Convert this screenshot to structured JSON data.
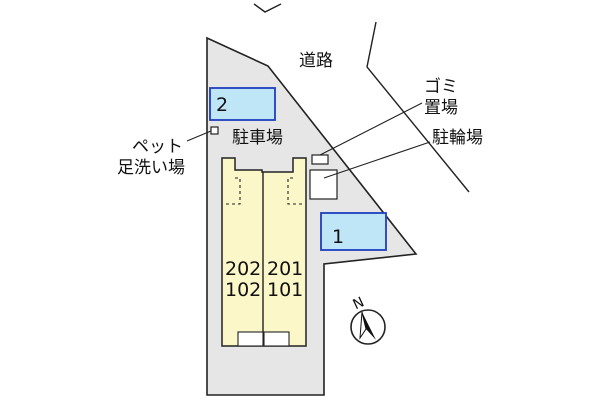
{
  "labels": {
    "road": "道路",
    "garbage_line1": "ゴミ",
    "garbage_line2": "置場",
    "bicycle": "駐輪場",
    "parking": "駐車場",
    "petwash_line1": "ペット",
    "petwash_line2": "足洗い場"
  },
  "parking_spaces": [
    "2",
    "1"
  ],
  "units": {
    "left_upper": "202",
    "left_lower": "102",
    "right_upper": "201",
    "right_lower": "101"
  },
  "compass": {
    "letter": "N"
  },
  "colors": {
    "lot_fill": "#e6e6e6",
    "parking_fill": "#bfe6f7",
    "parking_stroke": "#1f3fbf",
    "building_fill": "#fbf7c8"
  }
}
